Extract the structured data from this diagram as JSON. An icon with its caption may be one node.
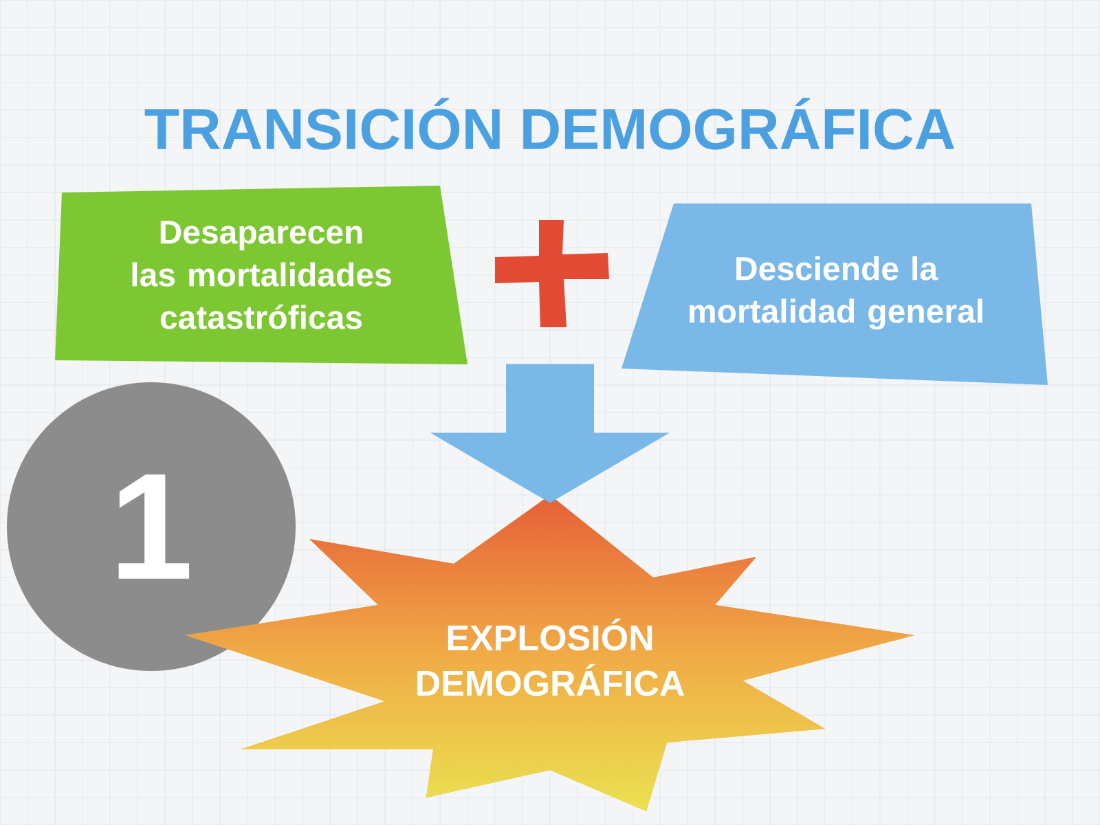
{
  "diagram": {
    "title": "TRANSICIÓN DEMOGRÁFICA",
    "nodes": [
      {
        "text": [
          "Desaparecen las mortalidades catastróficas"
        ]
      },
      {
        "text": [
          "Desciende la mortalidad general"
        ]
      },
      {
        "text": [
          "1"
        ]
      },
      {
        "text": [
          "EXPLOSIÓN DEMOGRÁFICA"
        ]
      }
    ],
    "edges": [
      {
        "from": null,
        "to": 3,
        "arrow": "to"
      }
    ]
  }
}
